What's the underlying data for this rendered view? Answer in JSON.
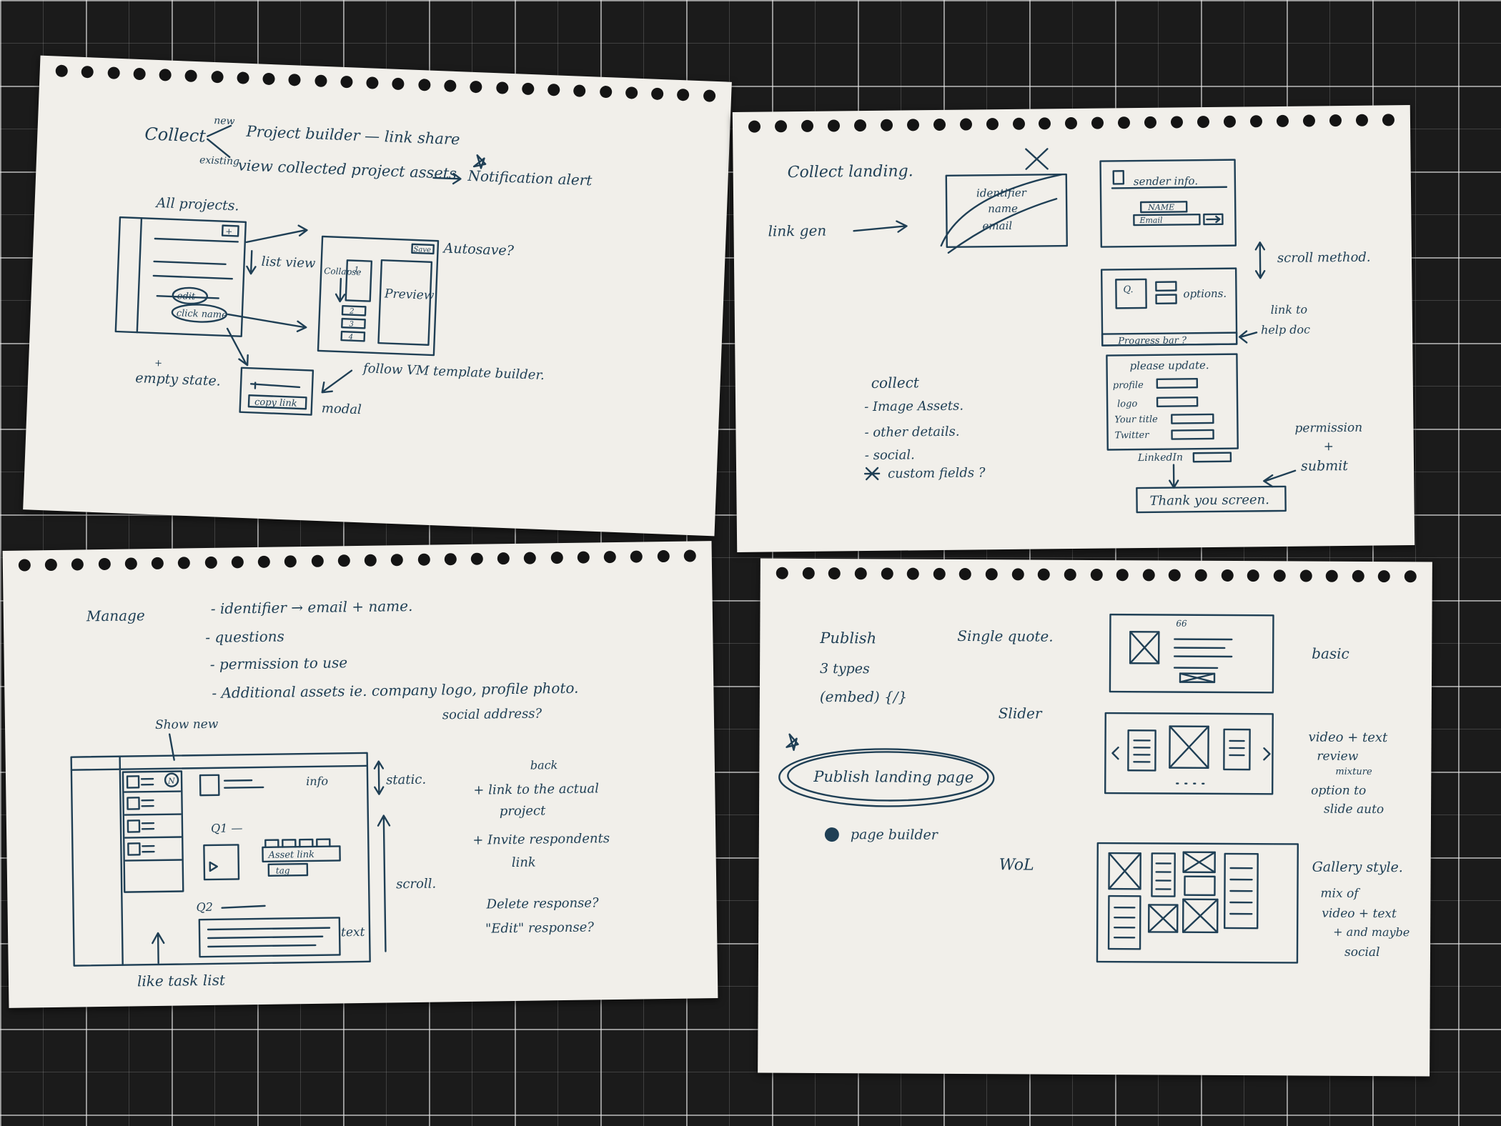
{
  "sheet_collect_plan": {
    "collect": "Collect",
    "new": "new",
    "existing": "existing",
    "project_builder": "Project builder — link share",
    "view_collected": "view collected project assets.",
    "notification": "Notification alert",
    "all_projects": "All projects.",
    "list_view": "list view",
    "edit": "edit",
    "click_name": "click name",
    "save": "Save",
    "autosave": "Autosave?",
    "collapse": "Collapse",
    "num1": "1.",
    "num2": "2",
    "num3": "3",
    "num4": "4",
    "preview": "Preview",
    "follow_vm": "follow VM template builder.",
    "plus": "+",
    "empty_state": "empty state.",
    "copy_link": "copy link",
    "modal": "modal"
  },
  "sheet_collect_landing": {
    "collect_landing": "Collect landing.",
    "link_gen": "link gen",
    "identifier": "identifier",
    "name": "name",
    "email": "email",
    "sender_info": "sender info.",
    "name_caps": "NAME",
    "email_small": "Email",
    "scroll_method": "scroll method.",
    "q": "Q.",
    "options": "options.",
    "link_to": "link to",
    "help_doc": "help doc",
    "progress_bar": "Progress bar ?",
    "please_update": "please update.",
    "profile": "profile",
    "logo": "logo",
    "your_title": "Your title",
    "twitter": "Twitter",
    "linkedin": "LinkedIn",
    "collect": "collect",
    "image_assets": "- Image Assets.",
    "other_details": "- other details.",
    "social": "- social.",
    "custom_fields": "custom fields ?",
    "permission": "permission",
    "plus": "+",
    "submit": "submit",
    "thank_you": "Thank you screen."
  },
  "sheet_manage": {
    "manage": "Manage",
    "identifier": "- identifier → email + name.",
    "questions": "- questions",
    "permission": "- permission to use",
    "additional": "- Additional assets  ie. company logo, profile photo.",
    "social_address": "social address?",
    "show_new": "Show new",
    "n": "N",
    "info": "info",
    "q1": "Q1 —",
    "asset_link": "Asset link",
    "tag": "tag",
    "q2": "Q2",
    "text": "text",
    "static": "static.",
    "scroll": "scroll.",
    "like_task_list": "like task list",
    "back": "back",
    "link_actual": "+ link to the actual",
    "project": "project",
    "invite": "+ Invite respondents",
    "link": "link",
    "delete": "Delete response?",
    "edit_response": "\"Edit\" response?"
  },
  "sheet_publish": {
    "publish": "Publish",
    "three_types": "3 types",
    "embed": "(embed) {/}",
    "single_quote": "Single quote.",
    "basic": "basic",
    "slider": "Slider",
    "publish_landing": "Publish landing page",
    "page_builder": "page builder",
    "wol": "WoL",
    "video_text": "video + text",
    "review": "review",
    "mixture": "mixture",
    "option_to": "option to",
    "slide_auto": "slide auto",
    "gallery": "Gallery style.",
    "mix_of": "mix of",
    "video_text2": "video + text",
    "and_maybe": "+ and maybe",
    "social": "social",
    "quote_mark": "66"
  }
}
